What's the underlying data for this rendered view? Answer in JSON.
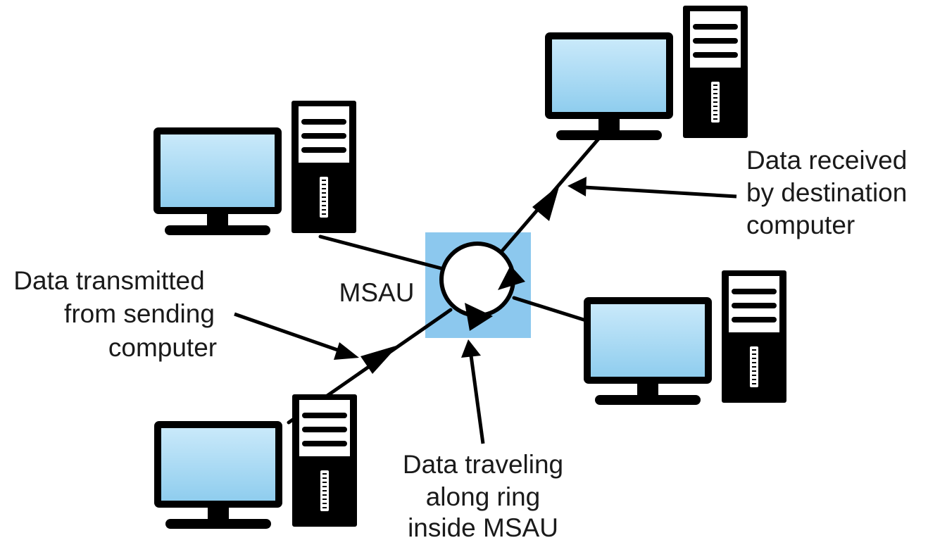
{
  "diagram": {
    "hub": {
      "label": "MSAU",
      "fill": "#8cc8ee"
    },
    "colors": {
      "screen": "#a9d8f2",
      "ink": "#000000"
    },
    "computers": [
      {
        "id": "top-left",
        "role": ""
      },
      {
        "id": "top-right",
        "role": "destination"
      },
      {
        "id": "right",
        "role": ""
      },
      {
        "id": "bottom-left",
        "role": "sender"
      }
    ],
    "annotations": {
      "received": [
        "Data received",
        "by destination",
        "computer"
      ],
      "transmitted": [
        "Data transmitted",
        "from sending",
        "computer"
      ],
      "traveling": [
        "Data traveling",
        "along ring",
        "inside MSAU"
      ]
    }
  }
}
